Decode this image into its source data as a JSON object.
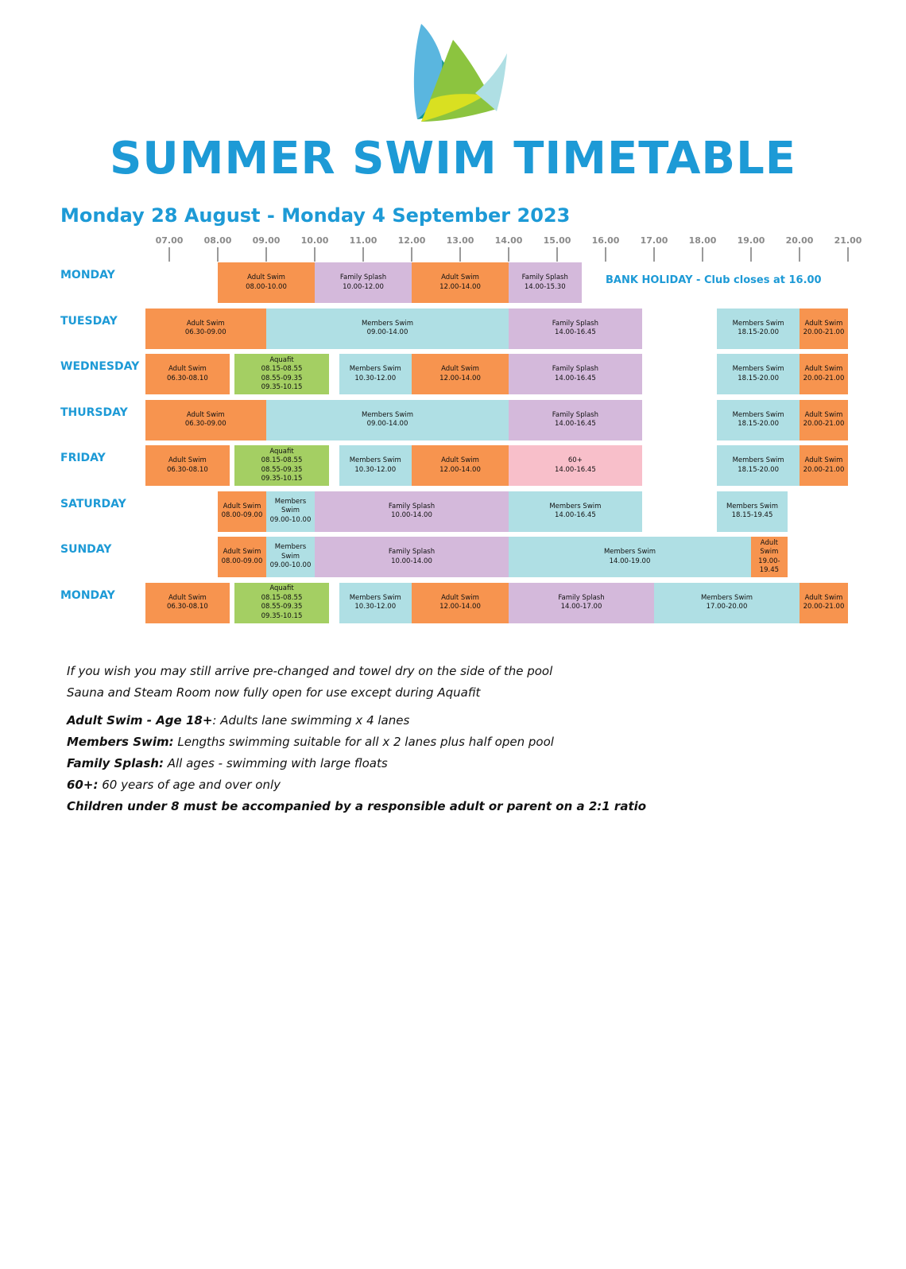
{
  "title": "SUMMER SWIM TIMETABLE",
  "date_range": "Monday 28 August - Monday 4 September 2023",
  "colors": {
    "brand_blue": "#1d9ad6",
    "adult": "#f7944f",
    "members": "#afdfe4",
    "family": "#d4b9db",
    "aquafit": "#a4cf63",
    "sixty": "#f8bfca"
  },
  "time_axis": [
    "07.00",
    "08.00",
    "09.00",
    "10.00",
    "11.00",
    "12.00",
    "13.00",
    "14.00",
    "15.00",
    "16.00",
    "17.00",
    "18.00",
    "19.00",
    "20.00",
    "21.00"
  ],
  "days": [
    {
      "label": "MONDAY",
      "notice": "BANK HOLIDAY - Club closes at 16.00",
      "sessions": [
        {
          "name": "Adult Swim",
          "times": "08.00-10.00",
          "type": "adult",
          "start": 8.0,
          "end": 10.0
        },
        {
          "name": "Family Splash",
          "times": "10.00-12.00",
          "type": "family",
          "start": 10.0,
          "end": 12.0
        },
        {
          "name": "Adult Swim",
          "times": "12.00-14.00",
          "type": "adult",
          "start": 12.0,
          "end": 14.0
        },
        {
          "name": "Family Splash",
          "times": "14.00-15.30",
          "type": "family",
          "start": 14.0,
          "end": 15.5
        }
      ]
    },
    {
      "label": "TUESDAY",
      "sessions": [
        {
          "name": "Adult Swim",
          "times": "06.30-09.00",
          "type": "adult",
          "start": 6.5,
          "end": 9.0
        },
        {
          "name": "Members Swim",
          "times": "09.00-14.00",
          "type": "members",
          "start": 9.0,
          "end": 14.0
        },
        {
          "name": "Family Splash",
          "times": "14.00-16.45",
          "type": "family",
          "start": 14.0,
          "end": 16.75
        },
        {
          "name": "Members Swim",
          "times": "18.15-20.00",
          "type": "members",
          "start": 18.3,
          "end": 20.0
        },
        {
          "name": "Adult Swim",
          "times": "20.00-21.00",
          "type": "adult",
          "start": 20.0,
          "end": 21.0
        }
      ]
    },
    {
      "label": "WEDNESDAY",
      "sessions": [
        {
          "name": "Adult Swim",
          "times": "06.30-08.10",
          "type": "adult",
          "start": 6.5,
          "end": 8.25
        },
        {
          "name": "Aquafit",
          "times": "08.15-08.55\n08.55-09.35\n09.35-10.15",
          "type": "aquafit",
          "start": 8.34,
          "end": 10.3
        },
        {
          "name": "Members Swim",
          "times": "10.30-12.00",
          "type": "members",
          "start": 10.5,
          "end": 12.0
        },
        {
          "name": "Adult Swim",
          "times": "12.00-14.00",
          "type": "adult",
          "start": 12.0,
          "end": 14.0
        },
        {
          "name": "Family Splash",
          "times": "14.00-16.45",
          "type": "family",
          "start": 14.0,
          "end": 16.75
        },
        {
          "name": "Members Swim",
          "times": "18.15-20.00",
          "type": "members",
          "start": 18.3,
          "end": 20.0
        },
        {
          "name": "Adult Swim",
          "times": "20.00-21.00",
          "type": "adult",
          "start": 20.0,
          "end": 21.0
        }
      ]
    },
    {
      "label": "THURSDAY",
      "sessions": [
        {
          "name": "Adult Swim",
          "times": "06.30-09.00",
          "type": "adult",
          "start": 6.5,
          "end": 9.0
        },
        {
          "name": "Members Swim",
          "times": "09.00-14.00",
          "type": "members",
          "start": 9.0,
          "end": 14.0
        },
        {
          "name": "Family Splash",
          "times": "14.00-16.45",
          "type": "family",
          "start": 14.0,
          "end": 16.75
        },
        {
          "name": "Members Swim",
          "times": "18.15-20.00",
          "type": "members",
          "start": 18.3,
          "end": 20.0
        },
        {
          "name": "Adult Swim",
          "times": "20.00-21.00",
          "type": "adult",
          "start": 20.0,
          "end": 21.0
        }
      ]
    },
    {
      "label": "FRIDAY",
      "sessions": [
        {
          "name": "Adult Swim",
          "times": "06.30-08.10",
          "type": "adult",
          "start": 6.5,
          "end": 8.25
        },
        {
          "name": "Aquafit",
          "times": "08.15-08.55\n08.55-09.35\n09.35-10.15",
          "type": "aquafit",
          "start": 8.34,
          "end": 10.3
        },
        {
          "name": "Members Swim",
          "times": "10.30-12.00",
          "type": "members",
          "start": 10.5,
          "end": 12.0
        },
        {
          "name": "Adult Swim",
          "times": "12.00-14.00",
          "type": "adult",
          "start": 12.0,
          "end": 14.0
        },
        {
          "name": "60+",
          "times": "14.00-16.45",
          "type": "sixty",
          "start": 14.0,
          "end": 16.75
        },
        {
          "name": "Members Swim",
          "times": "18.15-20.00",
          "type": "members",
          "start": 18.3,
          "end": 20.0
        },
        {
          "name": "Adult Swim",
          "times": "20.00-21.00",
          "type": "adult",
          "start": 20.0,
          "end": 21.0
        }
      ]
    },
    {
      "label": "SATURDAY",
      "sessions": [
        {
          "name": "Adult Swim",
          "times": "08.00-09.00",
          "type": "adult",
          "start": 8.0,
          "end": 9.0
        },
        {
          "name": "Members\nSwim",
          "times": "09.00-10.00",
          "type": "members",
          "start": 9.0,
          "end": 10.0
        },
        {
          "name": "Family Splash",
          "times": "10.00-14.00",
          "type": "family",
          "start": 10.0,
          "end": 14.0
        },
        {
          "name": "Members Swim",
          "times": "14.00-16.45",
          "type": "members",
          "start": 14.0,
          "end": 16.75
        },
        {
          "name": "Members Swim",
          "times": "18.15-19.45",
          "type": "members",
          "start": 18.3,
          "end": 19.75
        }
      ]
    },
    {
      "label": "SUNDAY",
      "sessions": [
        {
          "name": "Adult Swim",
          "times": "08.00-09.00",
          "type": "adult",
          "start": 8.0,
          "end": 9.0
        },
        {
          "name": "Members\nSwim",
          "times": "09.00-10.00",
          "type": "members",
          "start": 9.0,
          "end": 10.0
        },
        {
          "name": "Family Splash",
          "times": "10.00-14.00",
          "type": "family",
          "start": 10.0,
          "end": 14.0
        },
        {
          "name": "Members Swim",
          "times": "14.00-19.00",
          "type": "members",
          "start": 14.0,
          "end": 19.0
        },
        {
          "name": "Adult Swim",
          "times": "19.00-19.45",
          "type": "adult",
          "start": 19.0,
          "end": 19.75
        }
      ]
    },
    {
      "label": "MONDAY",
      "sessions": [
        {
          "name": "Adult Swim",
          "times": "06.30-08.10",
          "type": "adult",
          "start": 6.5,
          "end": 8.25
        },
        {
          "name": "Aquafit",
          "times": "08.15-08.55\n08.55-09.35\n09.35-10.15",
          "type": "aquafit",
          "start": 8.34,
          "end": 10.3
        },
        {
          "name": "Members Swim",
          "times": "10.30-12.00",
          "type": "members",
          "start": 10.5,
          "end": 12.0
        },
        {
          "name": "Adult Swim",
          "times": "12.00-14.00",
          "type": "adult",
          "start": 12.0,
          "end": 14.0
        },
        {
          "name": "Family Splash",
          "times": "14.00-17.00",
          "type": "family",
          "start": 14.0,
          "end": 17.0
        },
        {
          "name": "Members Swim",
          "times": "17.00-20.00",
          "type": "members",
          "start": 17.0,
          "end": 20.0
        },
        {
          "name": "Adult Swim",
          "times": "20.00-21.00",
          "type": "adult",
          "start": 20.0,
          "end": 21.0
        }
      ]
    }
  ],
  "notes": {
    "line1": "If you wish you may still arrive pre-changed and towel dry on the side of the pool",
    "line2": "Sauna and Steam Room now fully open for use except during Aquafit",
    "adult_term": "Adult Swim - Age 18+",
    "adult_desc": ": Adults lane swimming x 4 lanes",
    "members_term": "Members Swim:",
    "members_desc": " Lengths swimming suitable for all x 2 lanes plus half open pool",
    "family_term": "Family Splash:",
    "family_desc": " All ages -  swimming with large floats",
    "sixty_term": "60+:",
    "sixty_desc": " 60 years of age and over only",
    "children": "Children under 8 must be accompanied by a responsible adult or parent on a 2:1 ratio"
  }
}
